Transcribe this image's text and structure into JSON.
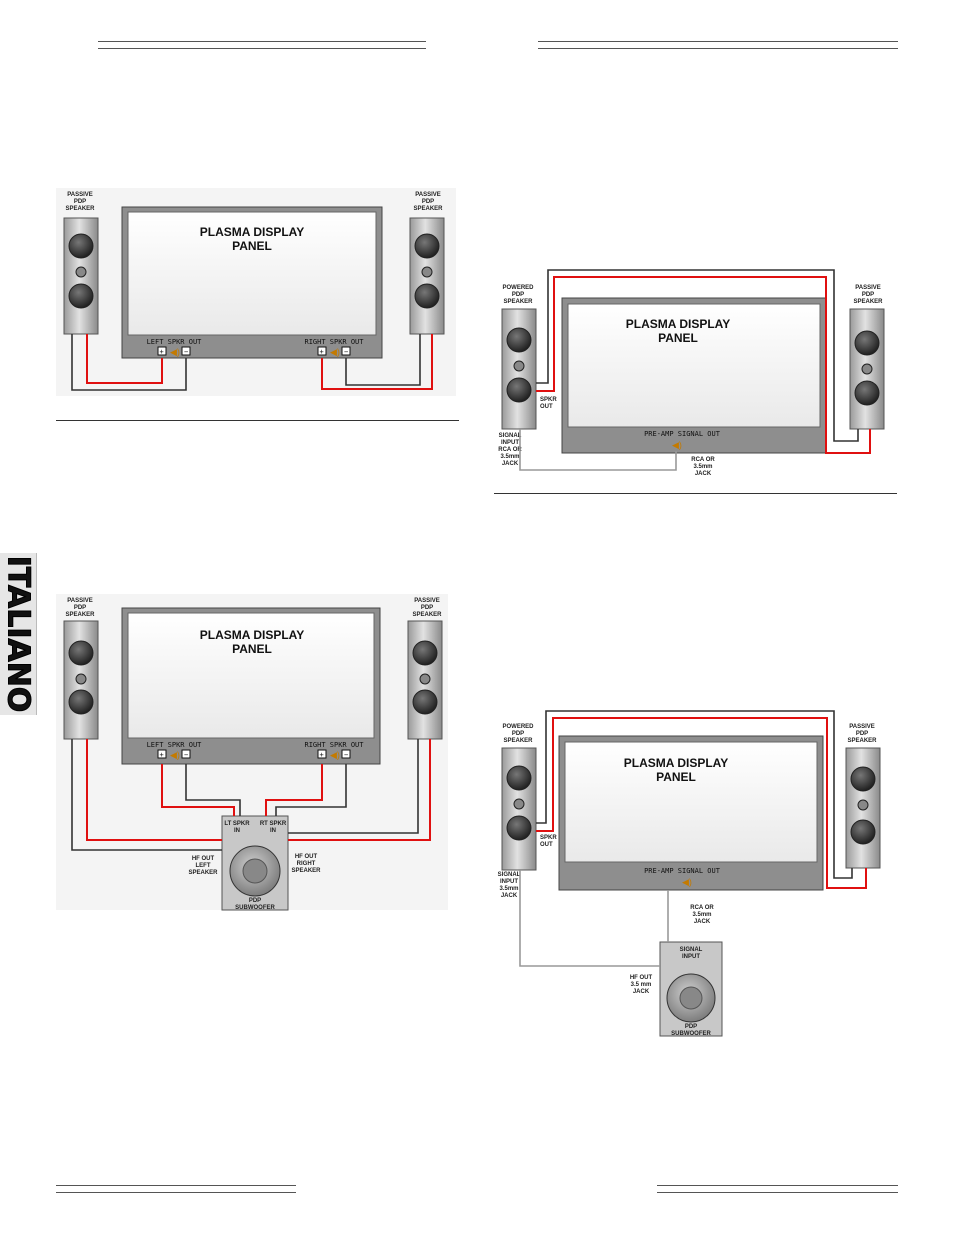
{
  "side_tab": "ITALIANO",
  "panel_title": [
    "PLASMA DISPLAY",
    "PANEL"
  ],
  "labels": {
    "passive_speaker": [
      "PASSIVE",
      "PDP",
      "SPEAKER"
    ],
    "powered_speaker": [
      "POWERED",
      "PDP",
      "SPEAKER"
    ],
    "left_spkr_out": "LEFT SPKR OUT",
    "right_spkr_out": "RIGHT SPKR OUT",
    "preamp_out": "PRE-AMP SIGNAL OUT",
    "spkr_out": [
      "SPKR",
      "OUT"
    ],
    "signal_input_rca": [
      "SIGNAL",
      "INPUT",
      "RCA OR",
      "3.5mm",
      "JACK"
    ],
    "rca_jack": [
      "RCA OR",
      "3.5mm",
      "JACK"
    ],
    "lt_spkr_in": [
      "LT SPKR",
      "IN"
    ],
    "rt_spkr_in": [
      "RT SPKR",
      "IN"
    ],
    "hf_out_left": [
      "HF OUT",
      "LEFT",
      "SPEAKER"
    ],
    "hf_out_right": [
      "HF OUT",
      "RIGHT",
      "SPEAKER"
    ],
    "pdp_subwoofer": [
      "PDP",
      "SUBWOOFER"
    ],
    "signal_input_35": [
      "SIGNAL",
      "INPUT",
      "3.5mm",
      "JACK"
    ],
    "rca_or_35_jack": [
      "RCA OR",
      "3.5mm",
      "JACK"
    ],
    "signal_input": [
      "SIGNAL",
      "INPUT"
    ],
    "hf_out_35": [
      "HF OUT",
      "3.5 mm",
      "JACK"
    ]
  },
  "colors": {
    "wire_red": "#e01010",
    "wire_black": "#333333",
    "wire_grey": "#999999"
  }
}
